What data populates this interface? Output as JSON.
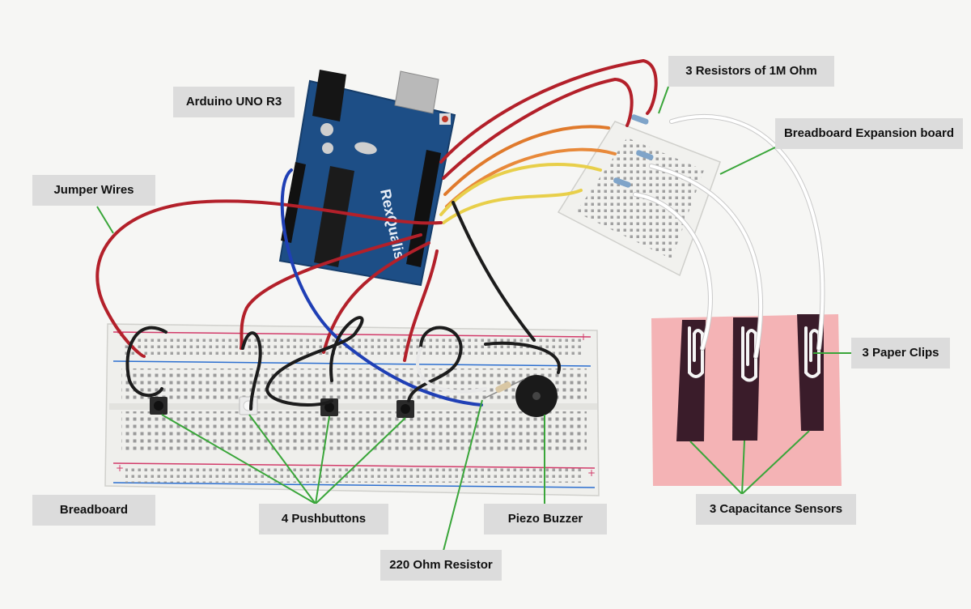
{
  "labels": {
    "arduino": "Arduino UNO R3",
    "resistors_1m": "3 Resistors of 1M Ohm",
    "expansion": "Breadboard Expansion board",
    "jumper": "Jumper Wires",
    "paper_clips": "3 Paper Clips",
    "breadboard": "Breadboard",
    "pushbuttons": "4 Pushbuttons",
    "piezo": "Piezo Buzzer",
    "cap_sensors": "3 Capacitance Sensors",
    "resistor_220": "220 Ohm Resistor"
  },
  "board_text": {
    "brand": "RexQualis"
  },
  "colors": {
    "label_bg": "#dcdcdc",
    "leader_line": "#3aa63a",
    "arduino_pcb": "#1d4e86",
    "breadboard": "#f2f2ef",
    "paper": "#f4b3b5",
    "sensor": "#3a1c2a",
    "wire_red": "#b3202a",
    "wire_black": "#1c1c1c",
    "wire_blue": "#1f3fb5",
    "wire_white": "#ffffff",
    "wire_orange": "#e07a2c",
    "wire_yellow": "#e8cf4a"
  }
}
